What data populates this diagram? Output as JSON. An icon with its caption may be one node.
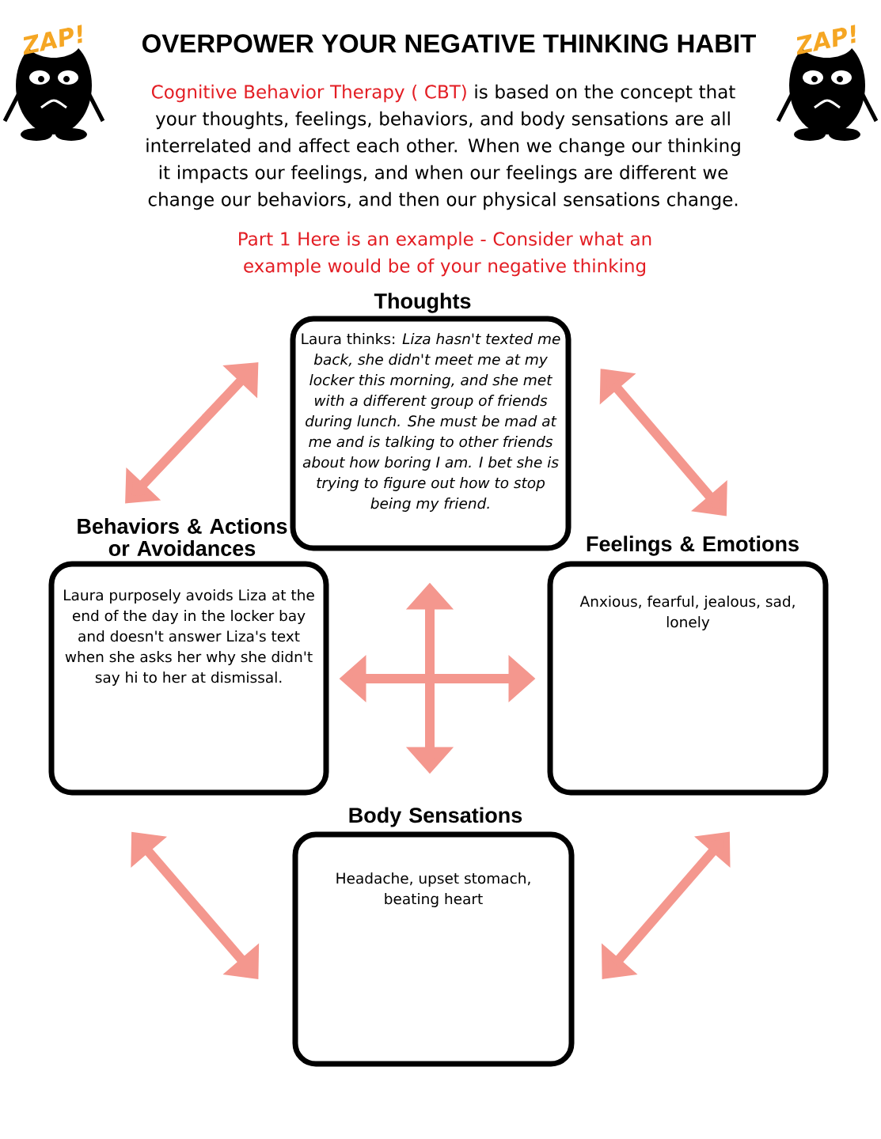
{
  "diagram": {
    "title": "OVERPOWER YOUR NEGATIVE THINKING HABIT",
    "nodes": [
      {
        "text": [
          "Thoughts",
          "Laura thinks: *Liza hasn't texted me back, she didn't meet me at my locker this morning, and she met with a different group of friends during lunch. She must be mad at me and is talking to other friends about how boring I am. I bet she is trying to figure out how to stop being my friend.*"
        ]
      },
      {
        "text": [
          "Behaviors & Actions or Avoidances",
          "Laura purposely avoids Liza at the end of the day in the locker bay and doesn't answer Liza's text when she asks her why she didn't say hi to her at dismissal."
        ]
      },
      {
        "text": [
          "Feelings & Emotions",
          "Anxious, fearful, jealous, sad, lonely"
        ]
      },
      {
        "text": [
          "Body Sensations",
          "Headache, upset stomach, beating heart"
        ]
      }
    ],
    "edges": [
      {
        "from": 0,
        "to": 1,
        "arrow": "both"
      },
      {
        "from": 0,
        "to": 2,
        "arrow": "both"
      },
      {
        "from": 1,
        "to": 3,
        "arrow": "both"
      },
      {
        "from": 2,
        "to": 3,
        "arrow": "both"
      },
      {
        "from": 0,
        "to": 3,
        "arrow": "both"
      },
      {
        "from": 1,
        "to": 2,
        "arrow": "both"
      }
    ],
    "labels": [
      "ZAP!",
      "ZAP!",
      "Cognitive Behavior Therapy ( CBT)",
      "is based on the concept that your thoughts, feelings, behaviors, and body sensations are all interrelated and affect each other. When we change our thinking it impacts our feelings, and when our feelings are different we change our behaviors, and then our physical sensations change.",
      "Part 1 Here is an example - Consider what an example would be of your negative thinking"
    ]
  }
}
